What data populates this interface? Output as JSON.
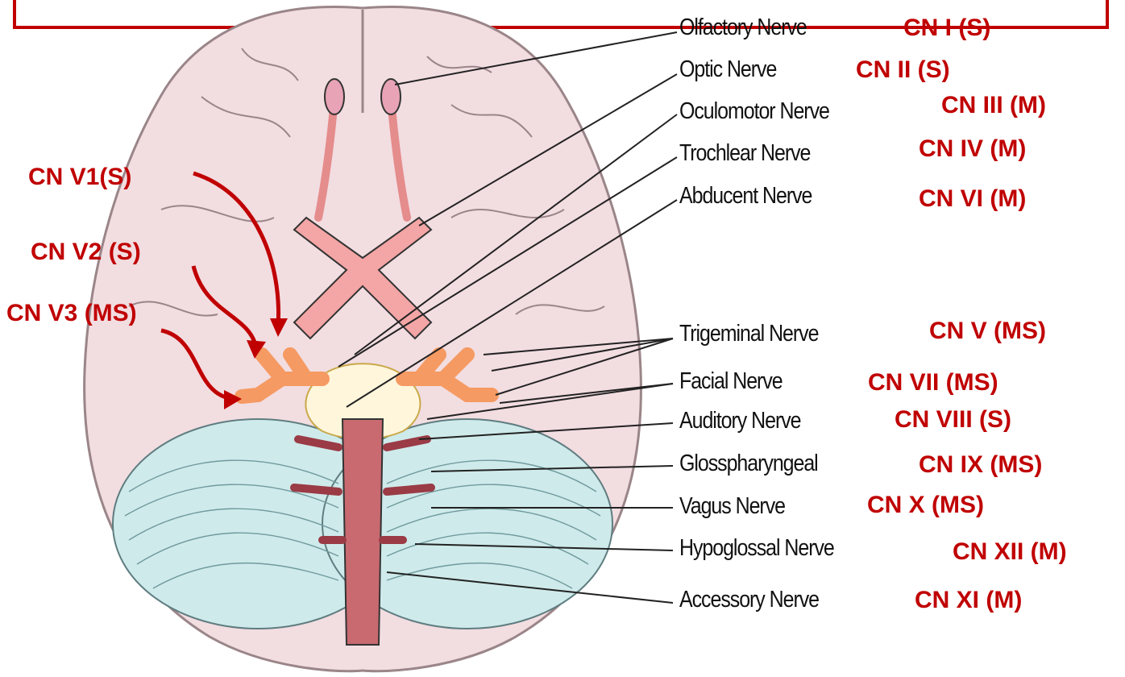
{
  "colors": {
    "brain": "#f2dde1",
    "brain_outline": "#9a8589",
    "cerebellum": "#cfeaeb",
    "nerve_pink": "#e58c8c",
    "trigeminal": "#f59a62",
    "pons": "#fff6dc",
    "brainstem": "#c86a70",
    "label_red": "#c00000"
  },
  "nerves": [
    {
      "name": "Olfactory Nerve",
      "cn": "CN I (S)"
    },
    {
      "name": "Optic Nerve",
      "cn": "CN II (S)"
    },
    {
      "name": "Oculomotor Nerve",
      "cn": "CN III (M)"
    },
    {
      "name": "Trochlear Nerve",
      "cn": "CN IV (M)"
    },
    {
      "name": "Abducent Nerve",
      "cn": "CN VI (M)"
    },
    {
      "name": "Trigeminal Nerve",
      "cn": "CN V (MS)"
    },
    {
      "name": "Facial Nerve",
      "cn": "CN VII (MS)"
    },
    {
      "name": "Auditory Nerve",
      "cn": "CN VIII (S)"
    },
    {
      "name": "Glosspharyngeal",
      "cn": "CN IX (MS)"
    },
    {
      "name": "Vagus Nerve",
      "cn": "CN X (MS)"
    },
    {
      "name": "Hypoglossal Nerve",
      "cn": "CN XII (M)"
    },
    {
      "name": "Accessory Nerve",
      "cn": "CN XI (M)"
    }
  ],
  "trigeminal_branches": [
    {
      "label": "CN V1(S)"
    },
    {
      "label": "CN V2 (S)"
    },
    {
      "label": "CN V3 (MS)"
    }
  ]
}
